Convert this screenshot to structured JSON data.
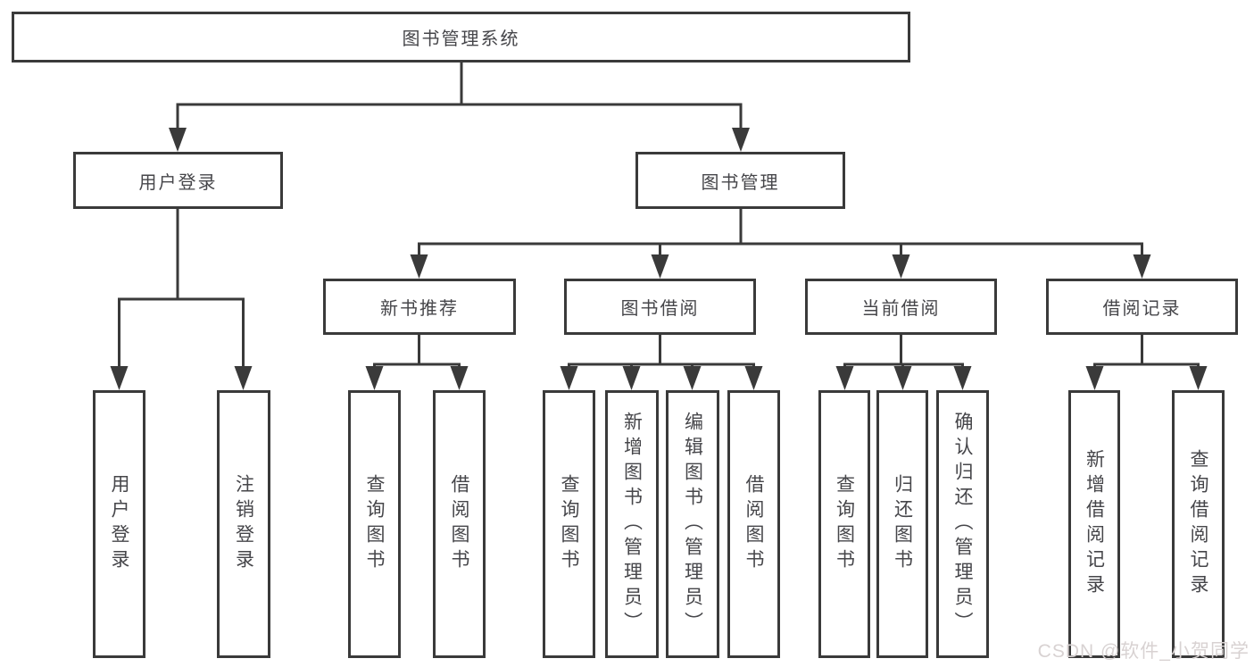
{
  "colors": {
    "line": "#3a3a3a",
    "text": "#46464a",
    "watermark": "#d8d2d2",
    "background": "#ffffff"
  },
  "tree": {
    "root": {
      "label": "图书管理系统"
    },
    "branches": [
      {
        "label": "用户登录",
        "children": [
          {
            "label": "用户登录"
          },
          {
            "label": "注销登录"
          }
        ]
      },
      {
        "label": "图书管理",
        "groups": [
          {
            "label": "新书推荐",
            "children": [
              {
                "label": "查询图书"
              },
              {
                "label": "借阅图书"
              }
            ]
          },
          {
            "label": "图书借阅",
            "children": [
              {
                "label": "查询图书"
              },
              {
                "label": "新增图书（管理员）"
              },
              {
                "label": "编辑图书（管理员）"
              },
              {
                "label": "借阅图书"
              }
            ]
          },
          {
            "label": "当前借阅",
            "children": [
              {
                "label": "查询图书"
              },
              {
                "label": "归还图书"
              },
              {
                "label": "确认归还（管理员）"
              }
            ]
          },
          {
            "label": "借阅记录",
            "children": [
              {
                "label": "新增借阅记录"
              },
              {
                "label": "查询借阅记录"
              }
            ]
          }
        ]
      }
    ]
  },
  "watermark": {
    "text": "CSDN @软件_小贺同学"
  }
}
